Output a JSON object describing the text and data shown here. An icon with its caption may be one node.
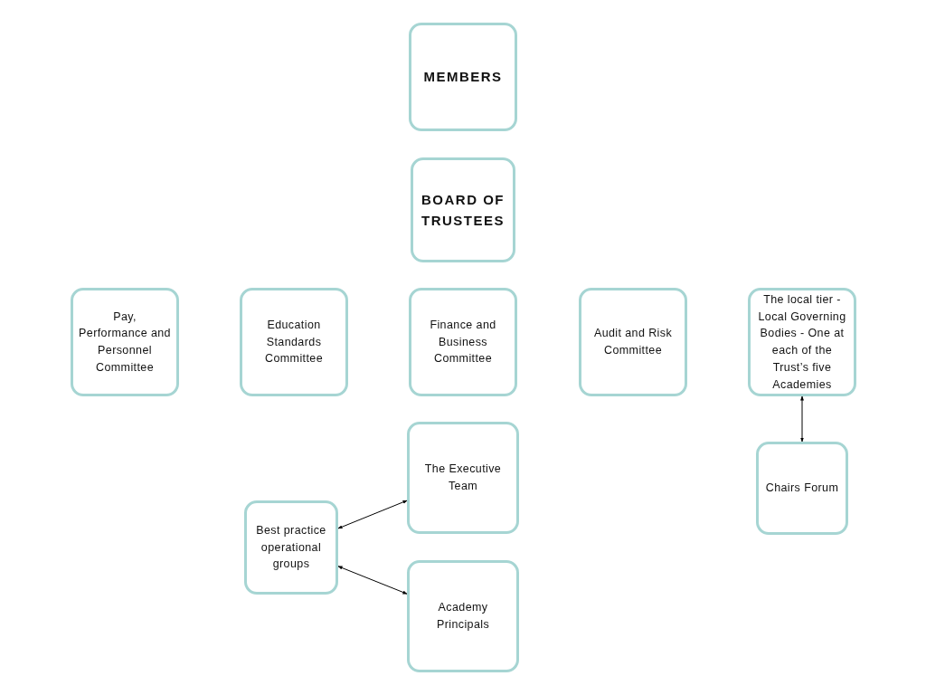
{
  "diagram": {
    "nodes": [
      {
        "text": [
          "MEMBERS"
        ]
      },
      {
        "text": [
          "BOARD OF TRUSTEES"
        ]
      },
      {
        "text": [
          "Pay, Performance and Personnel Committee"
        ]
      },
      {
        "text": [
          "Education Standards Committee"
        ]
      },
      {
        "text": [
          "Finance and Business Committee"
        ]
      },
      {
        "text": [
          "Audit and Risk Committee"
        ]
      },
      {
        "text": [
          "The local tier - Local Governing Bodies -  One at each of the Trust’s five Academies"
        ]
      },
      {
        "text": [
          "The Executive Team"
        ]
      },
      {
        "text": [
          "Best practice operational groups"
        ]
      },
      {
        "text": [
          "Academy Principals"
        ]
      },
      {
        "text": [
          "Chairs Forum"
        ]
      }
    ],
    "edges": [
      {
        "from": 8,
        "to": 7,
        "arrow": "both"
      },
      {
        "from": 8,
        "to": 9,
        "arrow": "both"
      },
      {
        "from": 6,
        "to": 10,
        "arrow": "both"
      }
    ]
  }
}
